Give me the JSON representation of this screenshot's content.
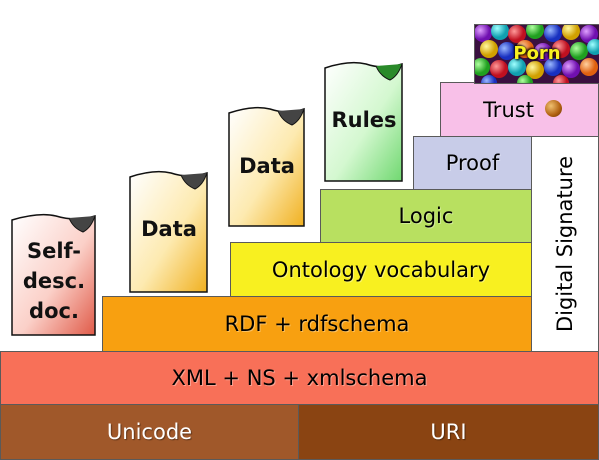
{
  "layers": {
    "unicode": "Unicode",
    "uri": "URI",
    "xml": "XML + NS + xmlschema",
    "rdf": "RDF + rdfschema",
    "ontology": "Ontology vocabulary",
    "logic": "Logic",
    "proof": "Proof",
    "trust": "Trust",
    "digital_signature": "Digital Signature",
    "top_label": "Porn"
  },
  "documents": {
    "self_desc_line1": "Self-",
    "self_desc_line2": "desc.",
    "self_desc_line3": "doc.",
    "data_1": "Data",
    "data_2": "Data",
    "rules": "Rules"
  },
  "colors": {
    "unicode": "#a0582a",
    "uri": "#8a4412",
    "xml": "#f87058",
    "rdf": "#f8a010",
    "ontology": "#f8f020",
    "logic": "#b8e060",
    "proof": "#c8cce8",
    "trust": "#f8c0e8"
  }
}
